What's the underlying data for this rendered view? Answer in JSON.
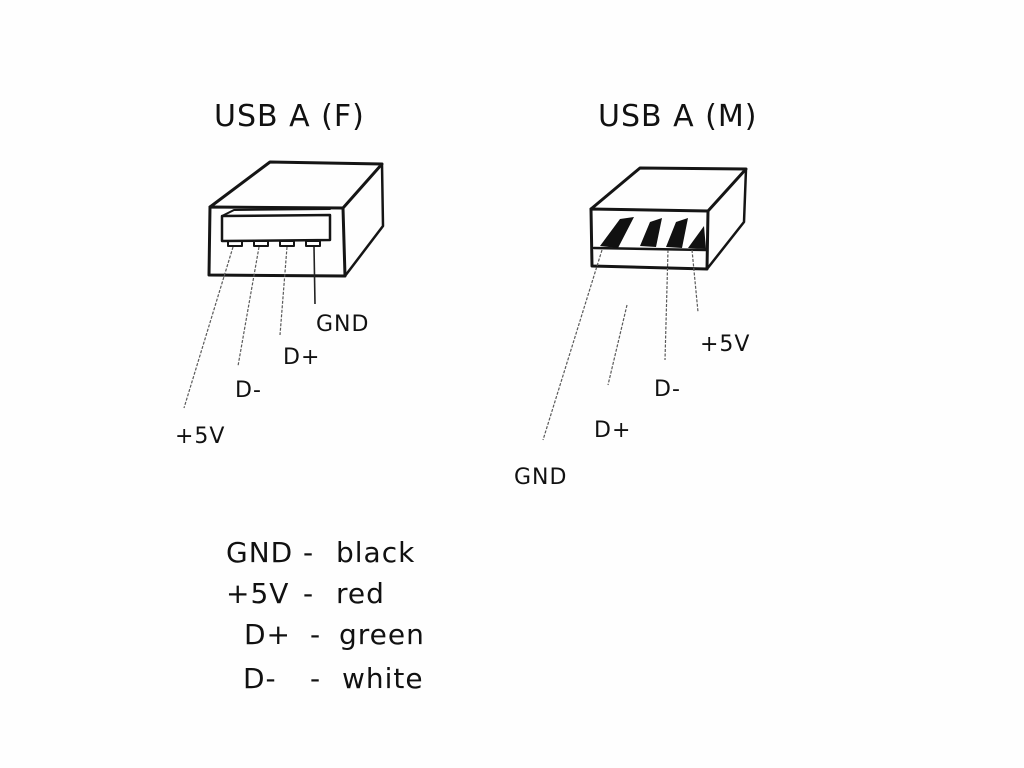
{
  "diagram": {
    "female": {
      "title": "USB A (F)",
      "pins": [
        {
          "label": "+5V"
        },
        {
          "label": "D-"
        },
        {
          "label": "D+"
        },
        {
          "label": "GND"
        }
      ]
    },
    "male": {
      "title": "USB A (M)",
      "pins": [
        {
          "label": "GND"
        },
        {
          "label": "D+"
        },
        {
          "label": "D-"
        },
        {
          "label": "+5V"
        }
      ]
    },
    "legend": [
      {
        "signal": "GND",
        "sep": "-",
        "color": "black",
        "hex": "#000000"
      },
      {
        "signal": "+5V",
        "sep": "-",
        "color": "red",
        "hex": "#ff0000"
      },
      {
        "signal": "D+",
        "sep": "-",
        "color": "green",
        "hex": "#008000"
      },
      {
        "signal": "D-",
        "sep": "-",
        "color": "white",
        "hex": "#ffffff"
      }
    ]
  }
}
